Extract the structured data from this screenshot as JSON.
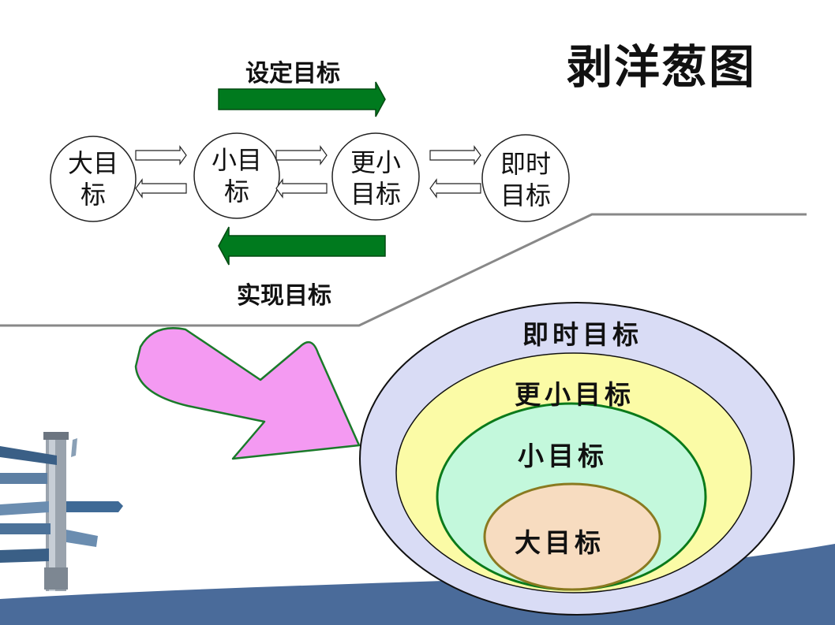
{
  "title": "剥洋葱图",
  "flow": {
    "forward_label": "设定目标",
    "backward_label": "实现目标"
  },
  "circles": [
    {
      "line1": "大目",
      "line2": "标"
    },
    {
      "line1": "小目",
      "line2": "标"
    },
    {
      "line1": "更小",
      "line2": "目标"
    },
    {
      "line1": "即时",
      "line2": "目标"
    }
  ],
  "onion_layers": [
    "即时目标",
    "更小目标",
    "小目标",
    "大目标"
  ],
  "colors": {
    "flow_arrow": "#007a1e",
    "big_arrow": "#f49af2",
    "layer_outer": "#d9dcf5",
    "layer_second": "#fbfba6",
    "layer_third": "#c3f8dc",
    "layer_inner": "#f7dcc0",
    "ground": "#4a6b9a"
  }
}
